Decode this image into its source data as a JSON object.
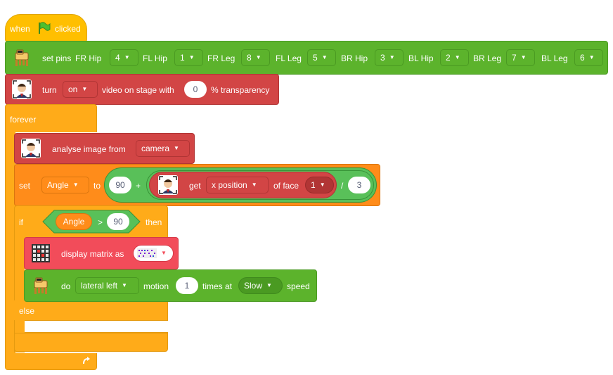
{
  "hat": {
    "when": "when",
    "clicked": "clicked",
    "flag_icon": "green-flag-icon"
  },
  "set_pins": {
    "label": "set pins",
    "pins": [
      {
        "name": "FR Hip",
        "value": "4"
      },
      {
        "name": "FL Hip",
        "value": "1"
      },
      {
        "name": "FR Leg",
        "value": "8"
      },
      {
        "name": "FL Leg",
        "value": "5"
      },
      {
        "name": "BR Hip",
        "value": "3"
      },
      {
        "name": "BL Hip",
        "value": "2"
      },
      {
        "name": "BR Leg",
        "value": "7"
      },
      {
        "name": "BL Leg",
        "value": "6"
      }
    ]
  },
  "video": {
    "turn": "turn",
    "state": "on",
    "rest": "video on stage with",
    "transparency": "0",
    "suffix": "% transparency"
  },
  "forever": {
    "label": "forever"
  },
  "analyse": {
    "label": "analyse image from",
    "source": "camera"
  },
  "set_var": {
    "set": "set",
    "variable": "Angle",
    "to": "to",
    "add_left": "90",
    "plus": "+",
    "get": "get",
    "property": "x position",
    "of_face": "of face",
    "face_index": "1",
    "divide": "/",
    "divisor": "3"
  },
  "if_block": {
    "if": "if",
    "var": "Angle",
    "op": ">",
    "value": "90",
    "then": "then",
    "else": "else"
  },
  "display": {
    "label": "display matrix as"
  },
  "motion": {
    "do": "do",
    "action": "lateral left",
    "motion": "motion",
    "times": "1",
    "times_at": "times at",
    "speed": "Slow",
    "speed_label": "speed"
  },
  "colors": {
    "events": "#ffbf00",
    "quarky_green": "#5cb32c",
    "face_red": "#d24545",
    "control": "#ffab19",
    "variables": "#ff8c1a",
    "display_pink": "#f24c5a"
  }
}
